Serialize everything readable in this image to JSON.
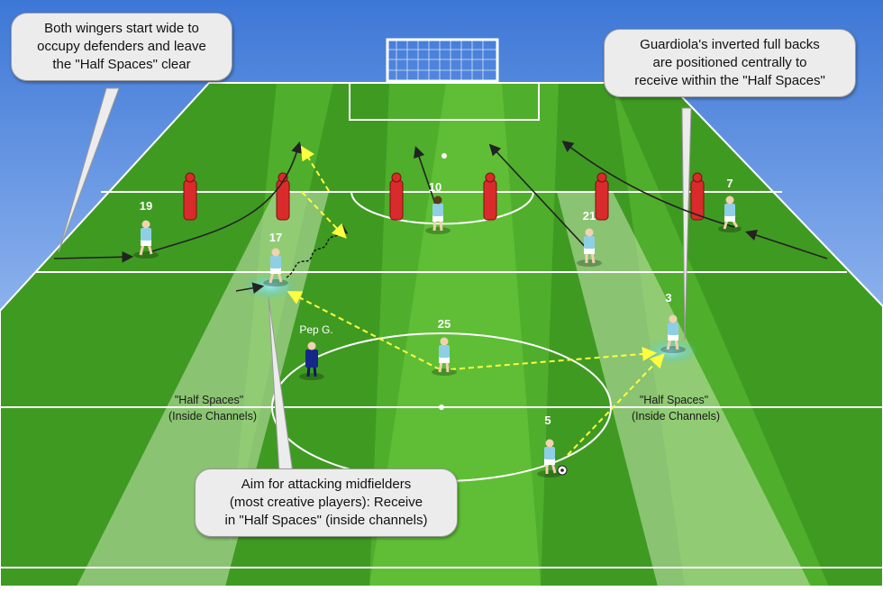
{
  "callouts": {
    "wingers": [
      "Both wingers start wide to",
      "occupy defenders and leave",
      "the \"Half Spaces\" clear"
    ],
    "fullbacks": [
      "Guardiola's inverted full backs",
      "are positioned centrally to",
      "receive within the \"Half Spaces\""
    ],
    "midfielders": [
      "Aim for attacking midfielders",
      "(most creative players): Receive",
      "in \"Half Spaces\" (inside channels)"
    ]
  },
  "zones": {
    "left": [
      "\"Half Spaces\"",
      "(Inside Channels)"
    ],
    "right": [
      "\"Half Spaces\"",
      "(Inside Channels)"
    ]
  },
  "players": {
    "p19": "19",
    "p17": "17",
    "p10": "10",
    "p21": "21",
    "p7": "7",
    "p3": "3",
    "p25": "25",
    "p5": "5",
    "coach": "Pep G."
  },
  "colors": {
    "pitch_light": "#5dbb34",
    "pitch_dark": "#3f9a22",
    "half_space": "#c9e6b3",
    "player_shirt": "#8ecfe6",
    "coach_shirt": "#14288a",
    "mannequin": "#d92b2b",
    "pass_arrow": "#ffff40",
    "run_arrow": "#222222",
    "sky_top": "#3d77d6",
    "sky_bottom": "#e6efff"
  }
}
